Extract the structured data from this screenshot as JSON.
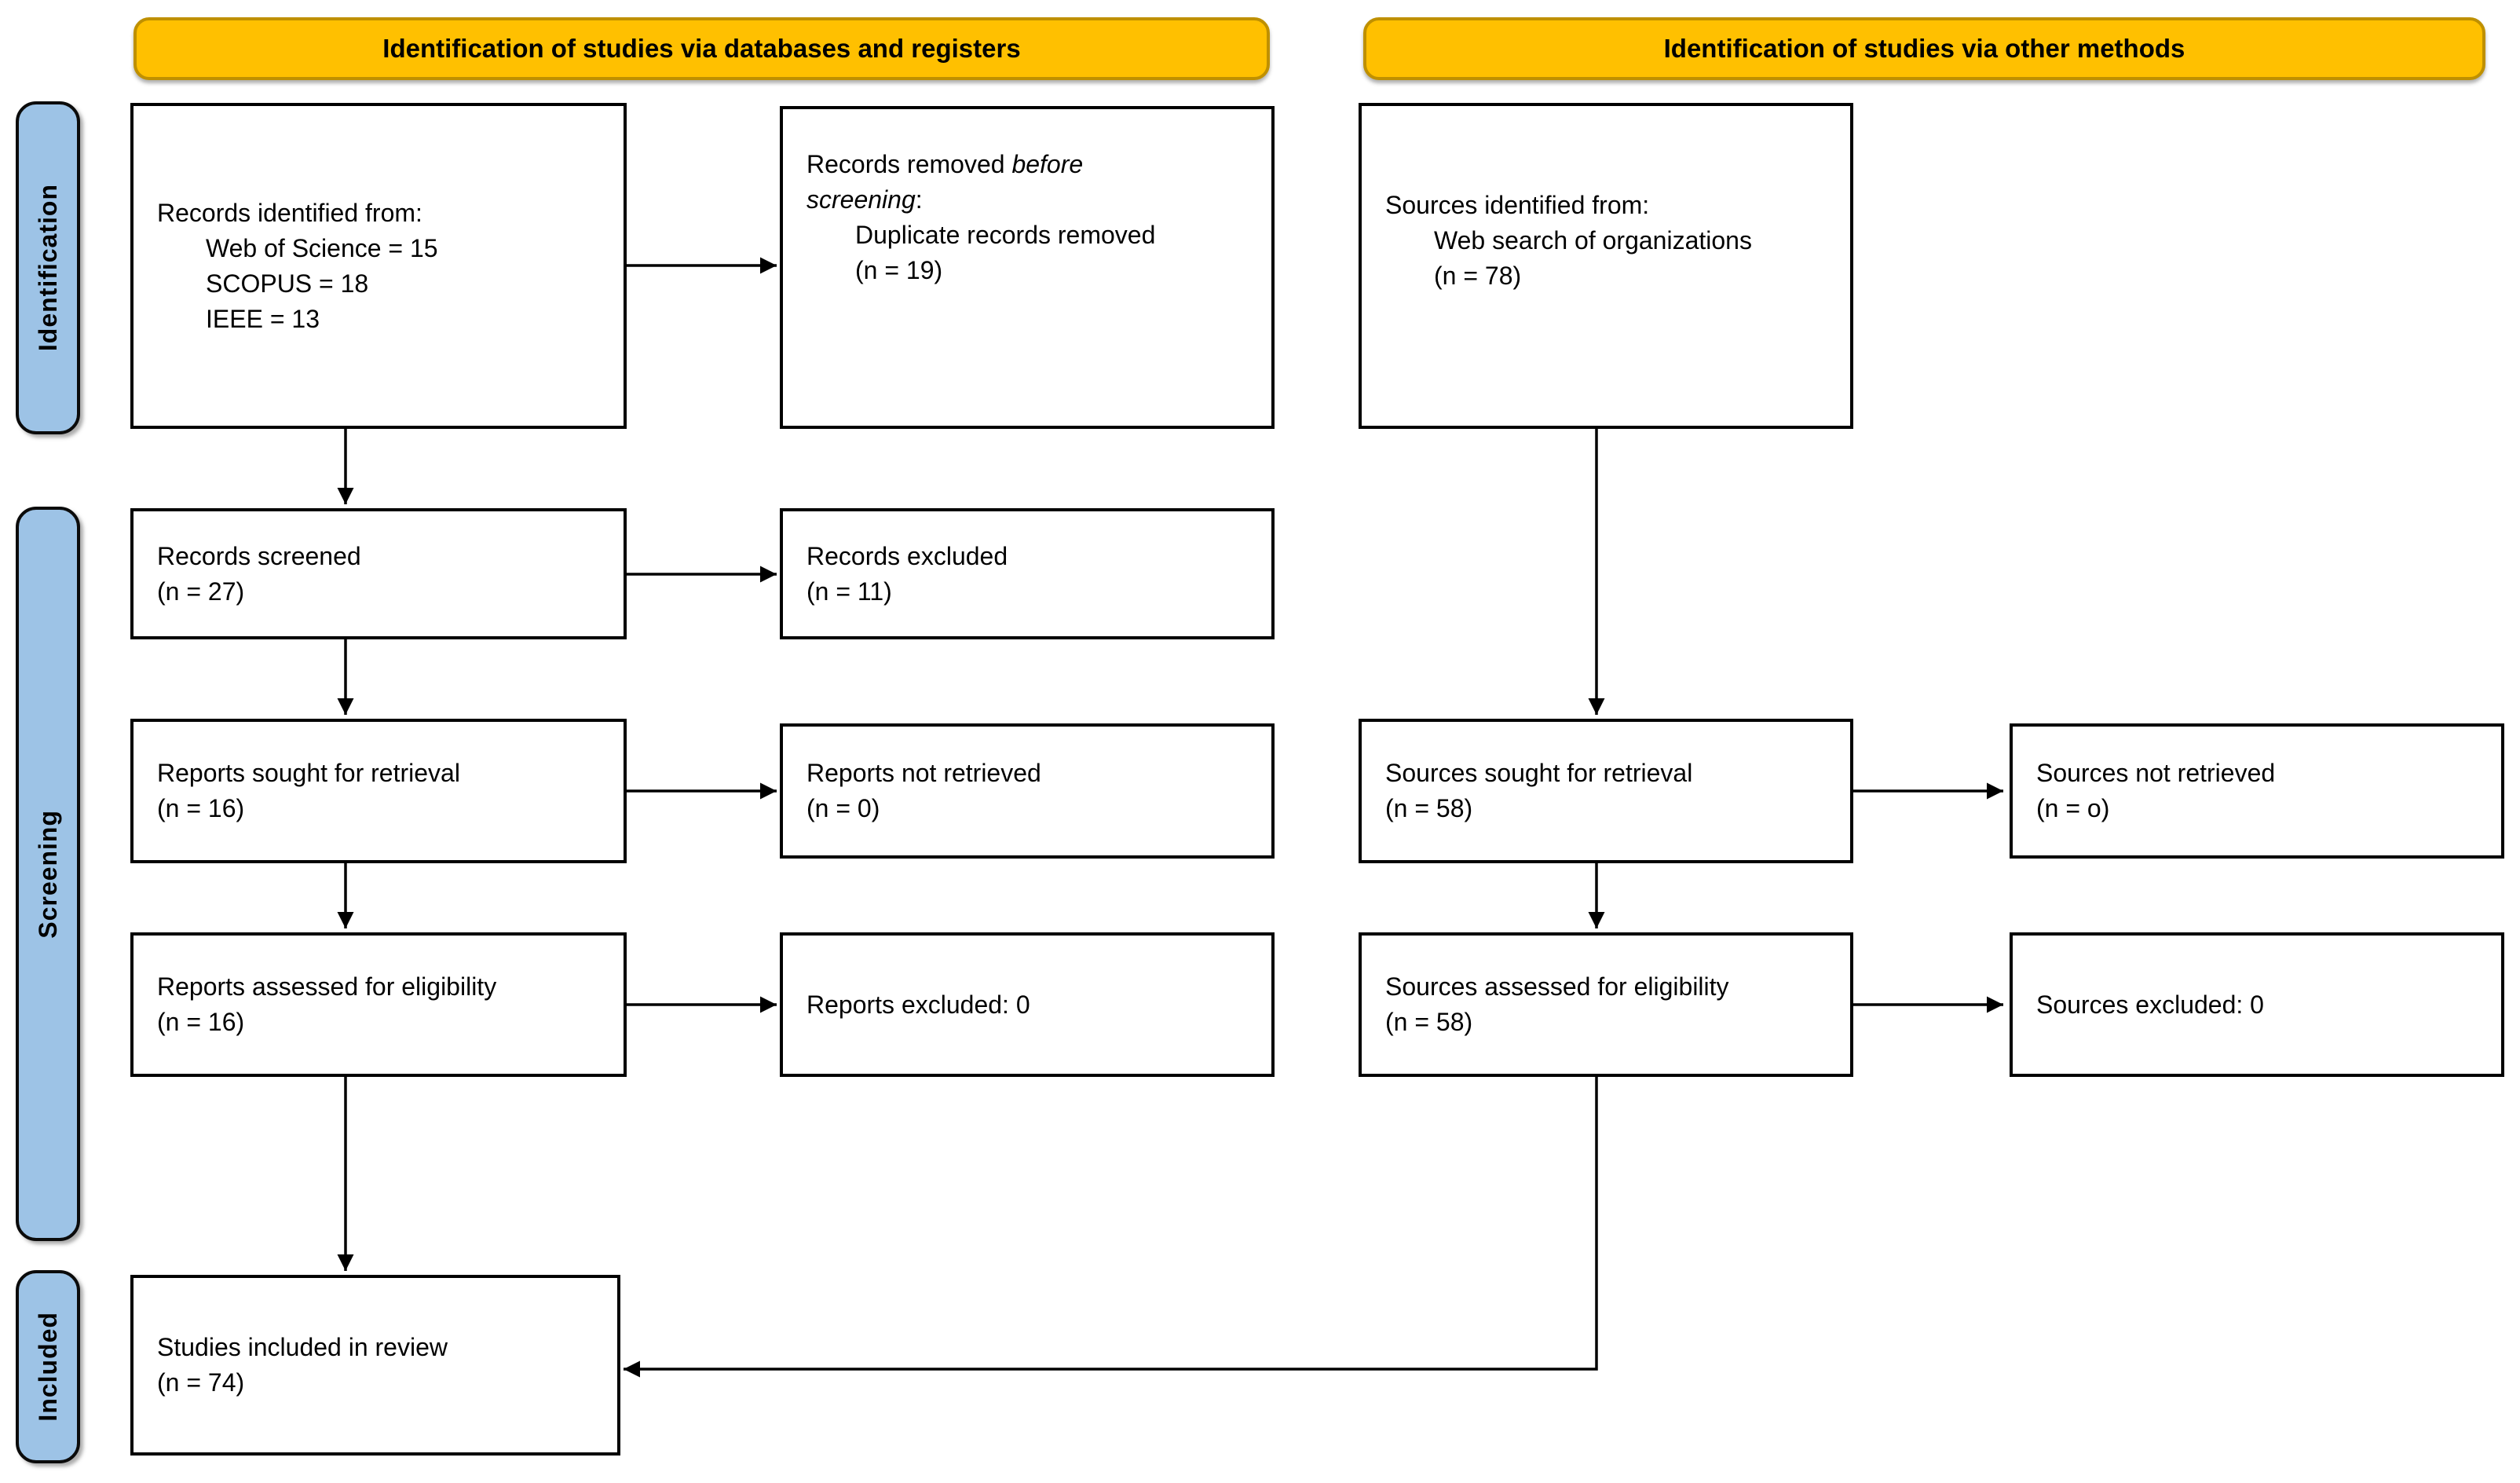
{
  "banners": {
    "left": "Identification of studies via databases and registers",
    "right": "Identification of studies via other methods"
  },
  "stages": {
    "identification": "Identification",
    "screening": "Screening",
    "included": "Included"
  },
  "boxes": {
    "records_identified": {
      "title": "Records identified from:",
      "items": [
        "Web of Science = 15",
        "SCOPUS = 18",
        "IEEE = 13"
      ]
    },
    "records_removed": {
      "line1_regular": "Records removed ",
      "line1_italic": "before",
      "line2_italic": "screening",
      "line2_regular": ":",
      "items": [
        "Duplicate records removed",
        "(n = 19)"
      ]
    },
    "sources_identified": {
      "title": "Sources identified from:",
      "items": [
        "Web search of organizations",
        "(n = 78)"
      ]
    },
    "records_screened": {
      "lines": [
        "Records screened",
        "(n = 27)"
      ]
    },
    "records_excluded": {
      "lines": [
        "Records excluded",
        "(n = 11)"
      ]
    },
    "reports_sought": {
      "lines": [
        "Reports sought for retrieval",
        "(n = 16)"
      ]
    },
    "reports_not_retrieved": {
      "lines": [
        "Reports not retrieved",
        "(n = 0)"
      ]
    },
    "sources_sought": {
      "lines": [
        "Sources sought for retrieval",
        "(n = 58)"
      ]
    },
    "sources_not_retrieved": {
      "lines": [
        "Sources not retrieved",
        "(n = o)"
      ]
    },
    "reports_assessed": {
      "lines": [
        "Reports assessed for eligibility",
        "(n = 16)"
      ]
    },
    "reports_excluded": {
      "lines": [
        "Reports excluded: 0"
      ]
    },
    "sources_assessed": {
      "lines": [
        "Sources assessed for eligibility",
        "(n = 58)"
      ]
    },
    "sources_excluded": {
      "lines": [
        "Sources excluded: 0"
      ]
    },
    "studies_included": {
      "lines": [
        "Studies included in review",
        "(n = 74)"
      ]
    }
  },
  "colors": {
    "banner_fill": "#FFC000",
    "banner_border": "#BF9000",
    "stage_fill": "#9DC3E6",
    "stage_border": "#0B0B0B",
    "box_border": "#000000",
    "arrow": "#000000"
  }
}
